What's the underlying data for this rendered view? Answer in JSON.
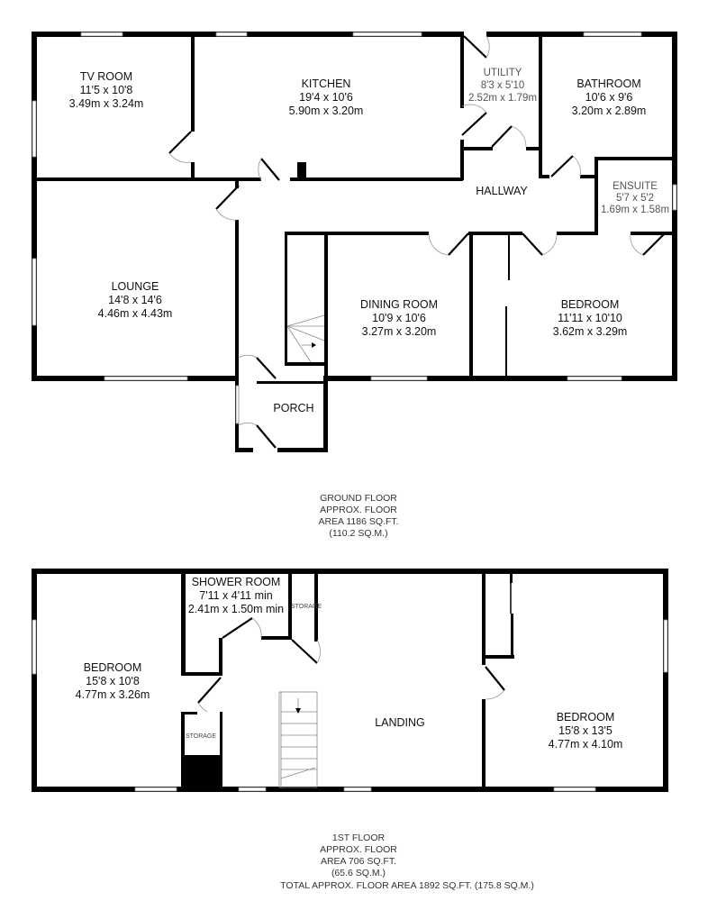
{
  "ground_floor": {
    "rooms": {
      "tv_room": {
        "name": "TV ROOM",
        "imperial": "11'5 x 10'8",
        "metric": "3.49m x 3.24m"
      },
      "kitchen": {
        "name": "KITCHEN",
        "imperial": "19'4 x 10'6",
        "metric": "5.90m x 3.20m"
      },
      "utility": {
        "name": "UTILITY",
        "imperial": "8'3 x 5'10",
        "metric": "2.52m x 1.79m"
      },
      "bathroom": {
        "name": "BATHROOM",
        "imperial": "10'6 x 9'6",
        "metric": "3.20m x 2.89m"
      },
      "hallway": {
        "name": "HALLWAY"
      },
      "ensuite": {
        "name": "ENSUITE",
        "imperial": "5'7 x 5'2",
        "metric": "1.69m x 1.58m"
      },
      "lounge": {
        "name": "LOUNGE",
        "imperial": "14'8 x 14'6",
        "metric": "4.46m x 4.43m"
      },
      "dining_room": {
        "name": "DINING ROOM",
        "imperial": "10'9 x 10'6",
        "metric": "3.27m x 3.20m"
      },
      "bedroom": {
        "name": "BEDROOM",
        "imperial": "11'11 x 10'10",
        "metric": "3.62m x 3.29m"
      },
      "porch": {
        "name": "PORCH"
      }
    },
    "area_note": [
      "GROUND FLOOR",
      "APPROX. FLOOR",
      "AREA 1186 SQ.FT.",
      "(110.2 SQ.M.)"
    ]
  },
  "first_floor": {
    "rooms": {
      "shower_room": {
        "name": "SHOWER ROOM",
        "imperial": "7'11 x 4'11 min",
        "metric": "2.41m x 1.50m min"
      },
      "storage_upper": {
        "name": "STORAGE"
      },
      "bedroom_left": {
        "name": "BEDROOM",
        "imperial": "15'8 x 10'8",
        "metric": "4.77m x 3.26m"
      },
      "storage_lower": {
        "name": "STORAGE"
      },
      "landing": {
        "name": "LANDING"
      },
      "bedroom_right": {
        "name": "BEDROOM",
        "imperial": "15'8 x 13'5",
        "metric": "4.77m x 4.10m"
      }
    },
    "area_note": [
      "1ST FLOOR",
      "APPROX. FLOOR",
      "AREA 706 SQ.FT.",
      "(65.6 SQ.M.)"
    ]
  },
  "total_note": "TOTAL APPROX. FLOOR AREA 1892 SQ.FT. (175.8 SQ.M.)"
}
